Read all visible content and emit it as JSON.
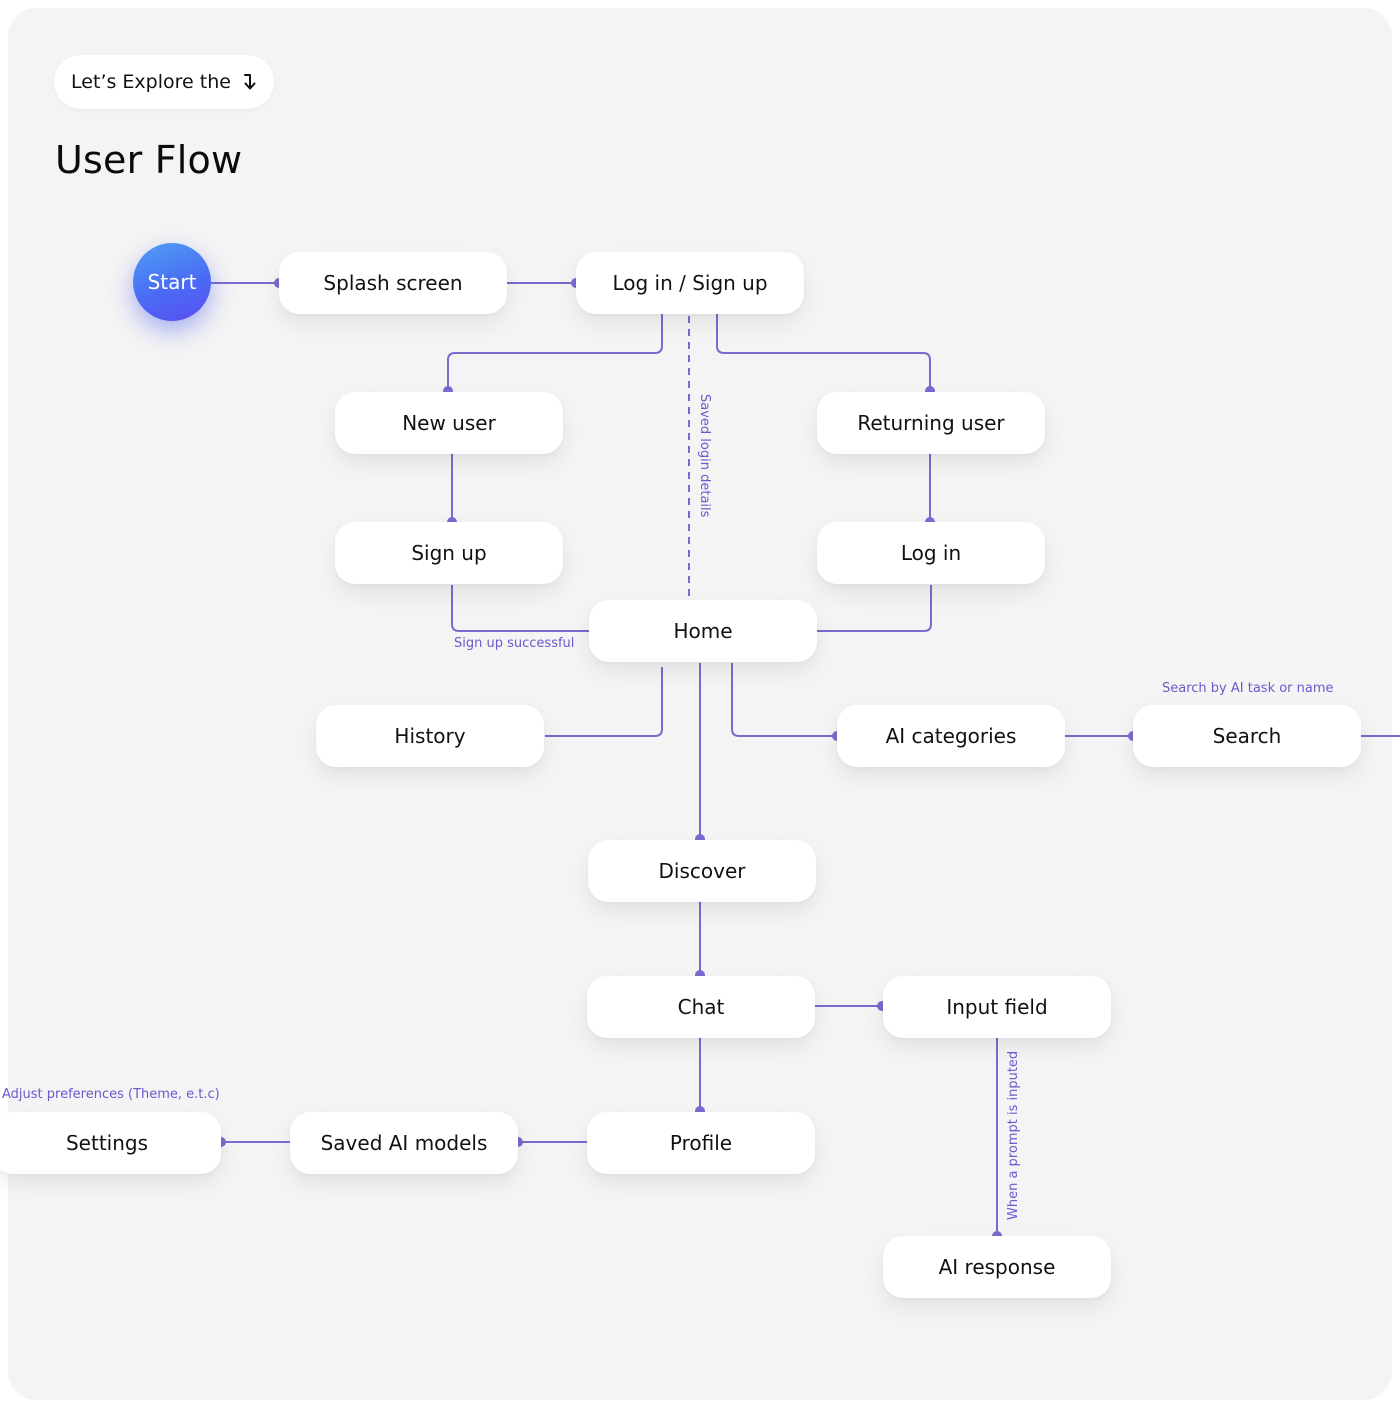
{
  "header": {
    "chip_label": "Let’s Explore the",
    "title": "User Flow"
  },
  "nodes": {
    "start": "Start",
    "splash": "Splash screen",
    "login_signup": "Log in / Sign up",
    "new_user": "New user",
    "returning_user": "Returning user",
    "sign_up": "Sign up",
    "log_in": "Log in",
    "home": "Home",
    "history": "History",
    "ai_categories": "AI categories",
    "search": "Search",
    "discover": "Discover",
    "chat": "Chat",
    "input_field": "Input field",
    "profile": "Profile",
    "saved_models": "Saved AI models",
    "settings": "Settings",
    "ai_response": "AI response"
  },
  "notes": {
    "saved_login": "Saved login details",
    "sign_up_success": "Sign up successful",
    "search_hint": "Search by AI task or name",
    "settings_hint": "Adjust preferences (Theme, e.t.c)",
    "prompt_hint": "When a prompt is inputed"
  },
  "colors": {
    "connector": "#7a6ad0",
    "canvas": "#f4f4f4",
    "node": "#ffffff",
    "start_gradient_from": "#4fa0f3",
    "start_gradient_to": "#5a4df2",
    "note_text": "#6a5acd"
  },
  "icons": {
    "chip_arrow": "arrow-down-curved-icon"
  }
}
